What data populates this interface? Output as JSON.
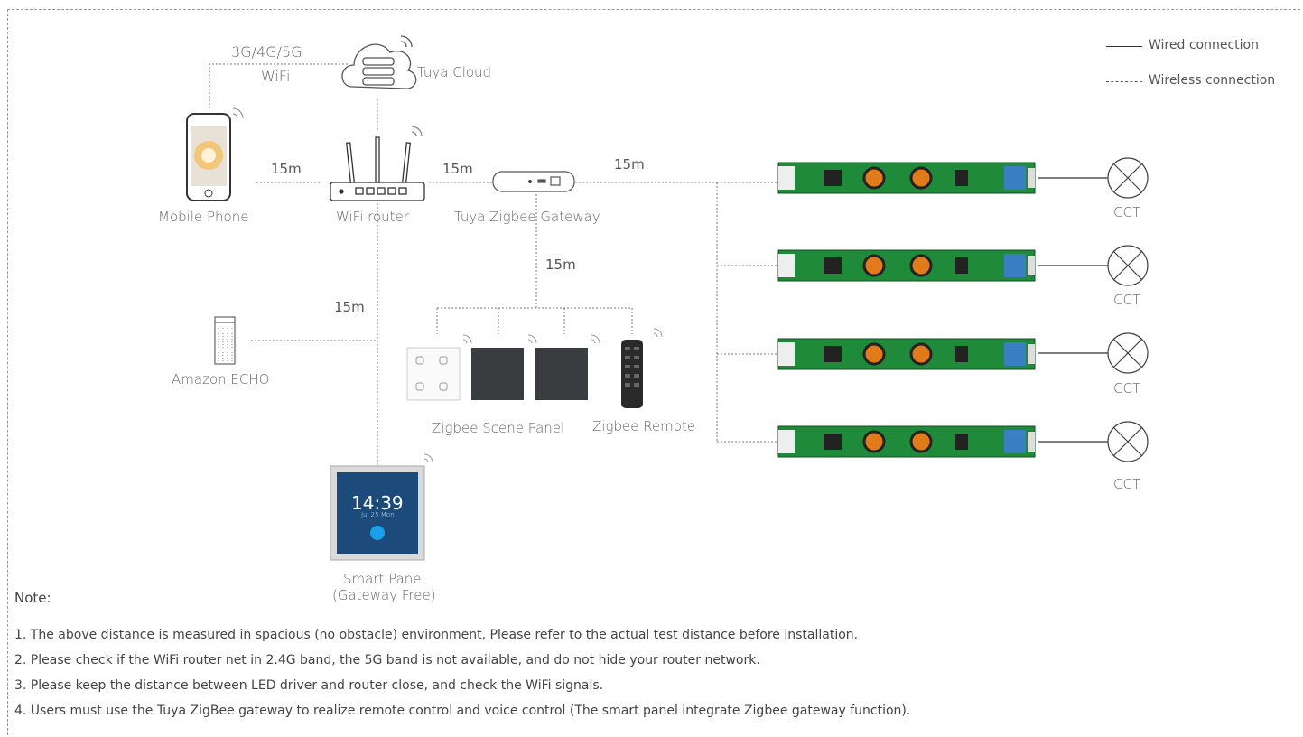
{
  "legend": {
    "wired": "Wired connection",
    "wireless": "Wireless connection"
  },
  "labels": {
    "network": "3G/4G/5G",
    "wifi": "WiFi",
    "cloud": "Tuya Cloud",
    "phone": "Mobile Phone",
    "router": "WiFi router",
    "gateway": "Tuya Zigbee Gateway",
    "echo": "Amazon ECHO",
    "scene_panel": "Zigbee Scene Panel",
    "remote": "Zigbee Remote",
    "smart_panel_line1": "Smart Panel",
    "smart_panel_line2": "(Gateway Free)",
    "smart_panel_time": "14:39",
    "smart_panel_date": "Jul 25 Mon",
    "cct": [
      "CCT",
      "CCT",
      "CCT",
      "CCT"
    ]
  },
  "distances": {
    "phone_router": "15m",
    "router_gateway": "15m",
    "gateway_drivers": "15m",
    "gateway_panels": "15m",
    "router_echo": "15m"
  },
  "notes": {
    "title": "Note:",
    "items": [
      "1. The above distance is measured in spacious (no obstacle) environment, Please refer to the actual test distance before installation.",
      "2. Please check if the WiFi router net in 2.4G band, the 5G band is not available, and do not hide your router network.",
      "3. Please keep the distance between LED driver and router close, and check the WiFi signals.",
      "4. Users must use the Tuya ZigBee gateway to realize remote control and voice control (The smart panel integrate Zigbee gateway function)."
    ]
  },
  "colors": {
    "pcb": "#1f8a3a",
    "coil": "#e07a1a",
    "panel_dark": "#3a3d3f",
    "smart_panel_bg": "#1c4a7a"
  }
}
